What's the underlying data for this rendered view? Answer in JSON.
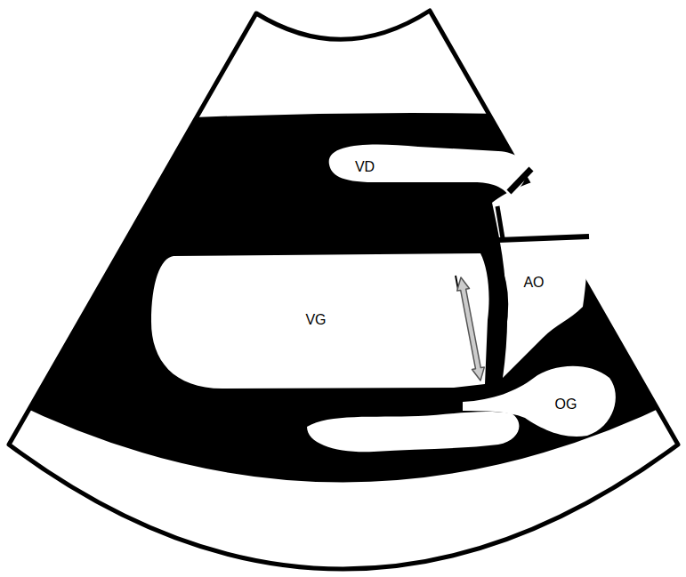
{
  "diagram": {
    "labels": [
      "VD",
      "VG",
      "AO",
      "OG"
    ]
  }
}
